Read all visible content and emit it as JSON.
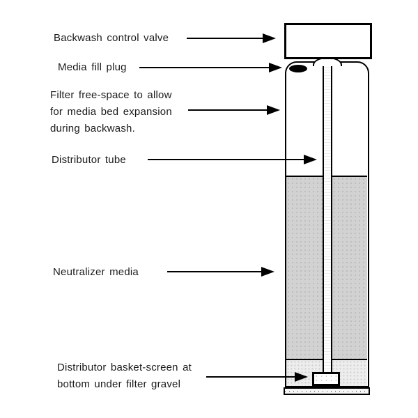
{
  "figure": {
    "type": "diagram",
    "subject": "neutralizer-filter-tank",
    "background": "#ffffff",
    "colors": {
      "line": "#000000",
      "text": "#1b1b1b",
      "media_fill": "#d2d2d2",
      "gravel_fill": "#ededed",
      "tank_fill": "#ffffff"
    },
    "labels": {
      "backwash_valve": "Backwash control valve",
      "media_fill_plug": "Media fill plug",
      "free_space": [
        "Filter free-space to allow",
        "for media bed expansion",
        "during backwash."
      ],
      "distributor_tube": "Distributor tube",
      "neutralizer_media": "Neutralizer media",
      "basket_screen": [
        "Distributor basket-screen at",
        "bottom under filter gravel"
      ]
    }
  }
}
